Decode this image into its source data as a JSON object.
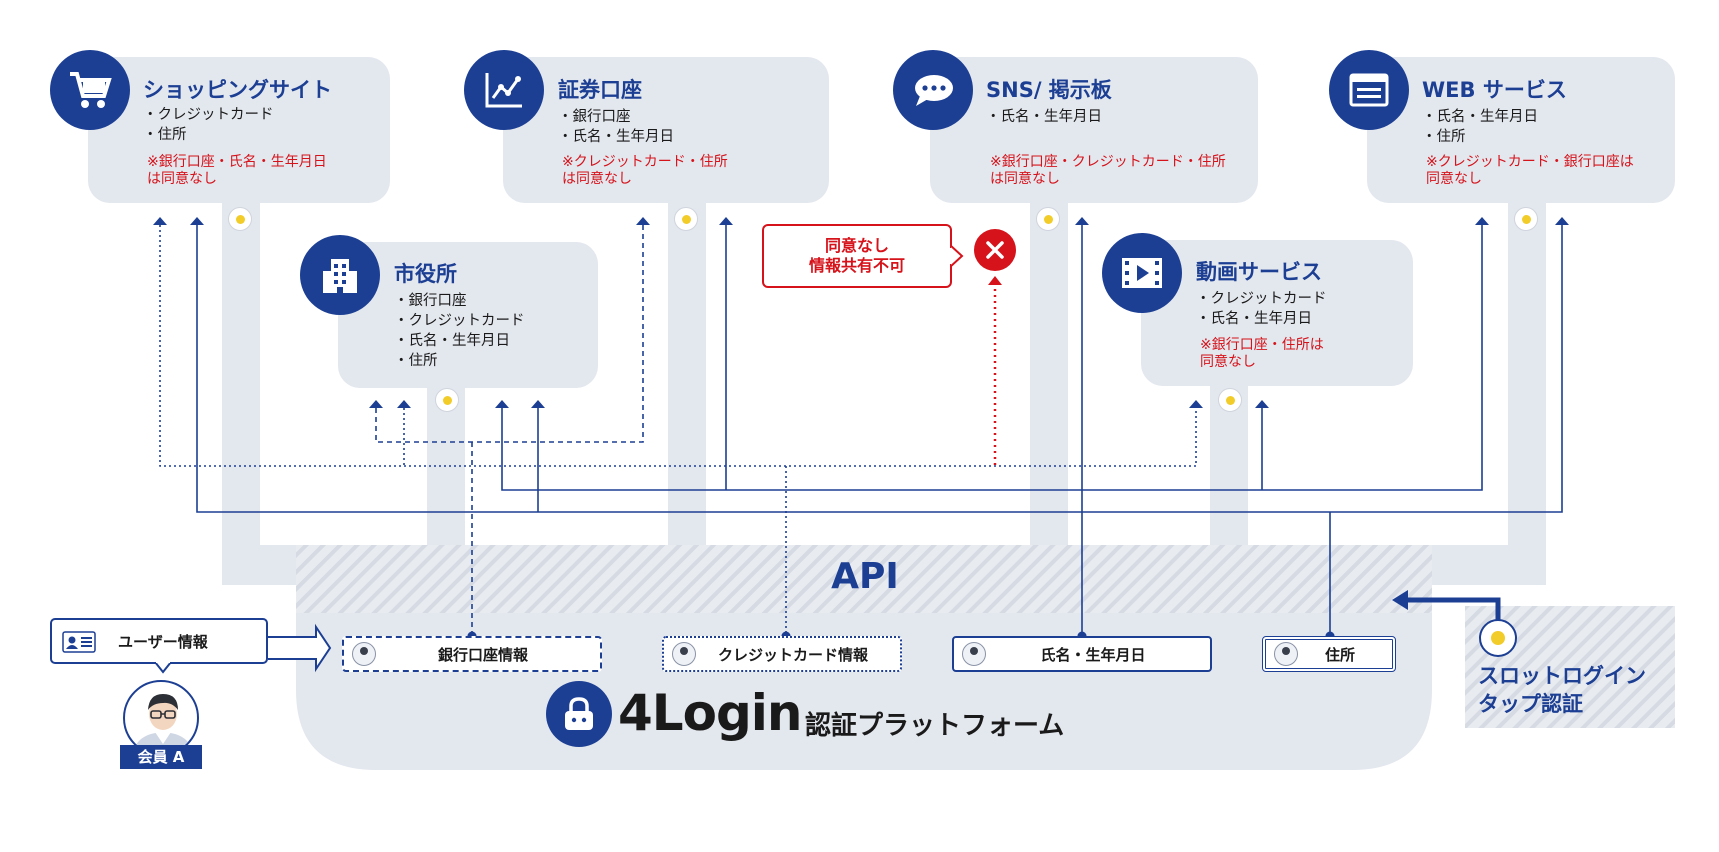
{
  "services": {
    "shopping": {
      "title": "ショッピングサイト",
      "items": [
        "・クレジットカード",
        "・住所"
      ],
      "note_1": "※銀行口座・氏名・生年月日",
      "note_2": "は同意なし",
      "icon": "shopping-cart-icon"
    },
    "securities": {
      "title": "証券口座",
      "items": [
        "・銀行口座",
        "・氏名・生年月日"
      ],
      "note_1": "※クレジットカード・住所",
      "note_2": "は同意なし",
      "icon": "line-chart-icon"
    },
    "sns": {
      "title": "SNS/ 掲示板",
      "items": [
        "・氏名・生年月日"
      ],
      "note_1": "※銀行口座・クレジットカード・住所",
      "note_2": "は同意なし",
      "icon": "chat-bubble-icon"
    },
    "web": {
      "title": "WEB サービス",
      "items": [
        "・氏名・生年月日",
        "・住所"
      ],
      "note_1": "※クレジットカード・銀行口座は",
      "note_2": "同意なし",
      "icon": "browser-window-icon"
    },
    "city": {
      "title": "市役所",
      "items": [
        "・銀行口座",
        "・クレジットカード",
        "・氏名・生年月日",
        "・住所"
      ],
      "icon": "building-icon"
    },
    "video": {
      "title": "動画サービス",
      "items": [
        "・クレジットカード",
        "・氏名・生年月日"
      ],
      "note_1": "※銀行口座・住所は",
      "note_2": "同意なし",
      "icon": "video-play-icon"
    }
  },
  "denied_callout": {
    "line_1": "同意なし",
    "line_2": "情報共有不可"
  },
  "api_label": "API",
  "user_info_label": "ユーザー情報",
  "member_label": "会員 A",
  "data_items": {
    "bank": "銀行口座情報",
    "credit": "クレジットカード情報",
    "name": "氏名・生年月日",
    "address": "住所"
  },
  "platform": {
    "brand": "4Login",
    "subtitle": "認証プラットフォーム"
  },
  "slot_login": {
    "line_1": "スロットログイン",
    "line_2": "タップ認証"
  },
  "colors": {
    "brand_blue": "#1c3f94",
    "card_gray": "#e3e7ee",
    "alert_red": "#d6131b",
    "tap_yellow": "#f2cc29"
  }
}
